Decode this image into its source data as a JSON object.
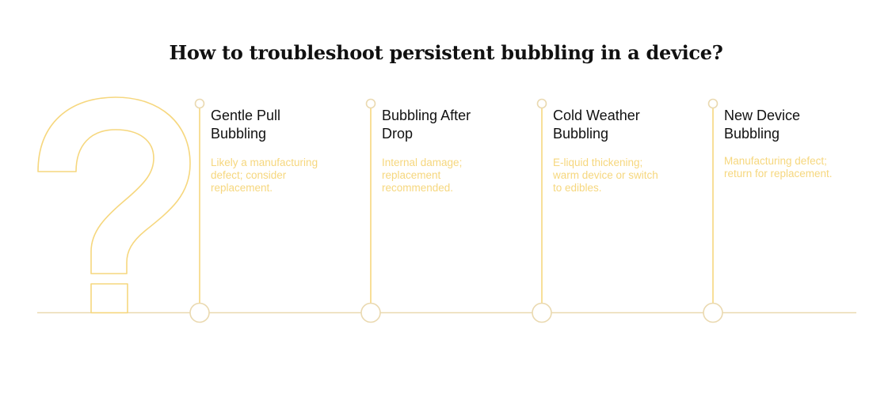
{
  "title": "How to troubleshoot persistent bubbling in a device?",
  "colors": {
    "accent": "#f6d77e",
    "line": "#ead9b0",
    "title_text": "#111111"
  },
  "icon": "question-mark-icon",
  "items": [
    {
      "title": "Gentle Pull\nBubbling",
      "description": "Likely a manufacturing\ndefect; consider\nreplacement."
    },
    {
      "title": "Bubbling After\nDrop",
      "description": "Internal damage;\nreplacement\nrecommended."
    },
    {
      "title": "Cold Weather\nBubbling",
      "description": "E-liquid thickening;\nwarm device or switch\nto edibles."
    },
    {
      "title": "New Device\nBubbling",
      "description": "Manufacturing defect;\nreturn for replacement."
    }
  ]
}
